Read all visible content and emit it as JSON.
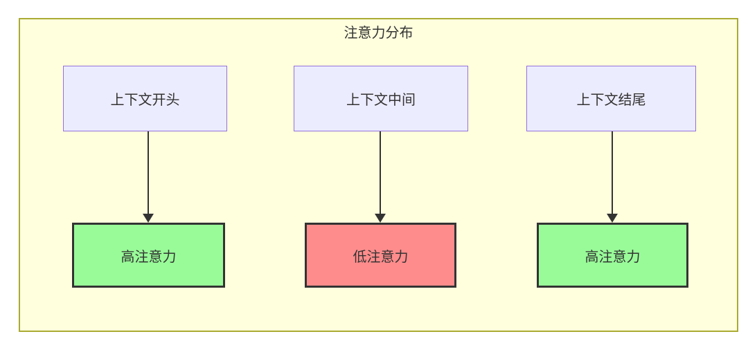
{
  "title": "注意力分布",
  "flow": {
    "columns": [
      {
        "source": "上下文开头",
        "target": "高注意力",
        "level": "high"
      },
      {
        "source": "上下文中间",
        "target": "低注意力",
        "level": "low"
      },
      {
        "source": "上下文结尾",
        "target": "高注意力",
        "level": "high"
      }
    ]
  },
  "colors": {
    "cluster_bg": "#ffffde",
    "cluster_border": "#aaaa33",
    "node_bg": "#ECECFF",
    "node_border": "#9370DB",
    "high_bg": "#98FB98",
    "low_bg": "#FF8C8C",
    "result_border": "#333333",
    "text": "#333333"
  }
}
